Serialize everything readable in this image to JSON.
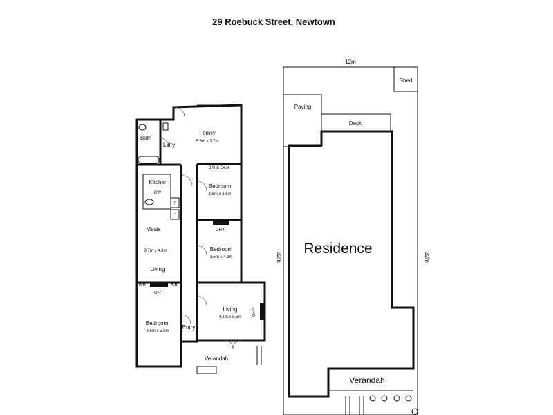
{
  "title": "29 Roebuck Street, Newtown",
  "floor_plan": {
    "rooms": {
      "bath": "Bath",
      "laundry": "L'dry",
      "family": {
        "name": "Family",
        "dims": "5.5m x 3.7m"
      },
      "bir_desk": "BIR & Desk",
      "kitchen": "Kitchen",
      "dw": "DW",
      "fridge": "F",
      "cupboard": "C",
      "bedroom_a": {
        "name": "Bedroom",
        "dims": "3.6m x 3.8m"
      },
      "ofp_a": "OFP",
      "bedroom_b": {
        "name": "Bedroom",
        "dims": "3.6m x 4.3m"
      },
      "meals": "Meals",
      "meals_dims": "3.7m x 4.3m",
      "living_a": "Living",
      "bir_left": "BIR",
      "bir_right": "BIR",
      "ofp_b": "OFP",
      "living_b": {
        "name": "Living",
        "dims": "4.1m x 5.5m"
      },
      "ofp_c": "OFP",
      "bedroom_c": {
        "name": "Bedroom",
        "dims": "3.5m x 5.8m"
      },
      "entry": "Entry",
      "verandah": "Verandah"
    }
  },
  "site_plan": {
    "width": "12m",
    "depth_left": "32m",
    "depth_right": "32m",
    "shed": "Shed",
    "paving": "Paving",
    "deck": "Deck",
    "residence": "Residence",
    "verandah": "Verandah"
  }
}
